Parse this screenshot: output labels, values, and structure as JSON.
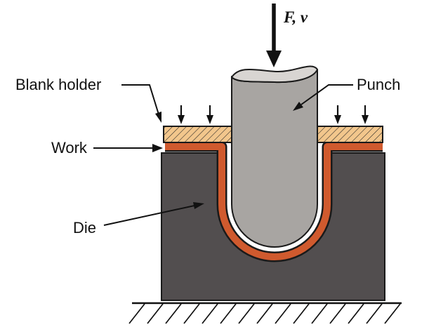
{
  "diagram": {
    "title": "Deep drawing (sheet metal forming) process diagram",
    "labels": {
      "force": "F, v",
      "blank_holder": "Blank holder",
      "punch": "Punch",
      "work": "Work",
      "die": "Die"
    },
    "colors": {
      "punch_body": "#a8a5a2",
      "punch_top": "#d8d5d2",
      "blank_holder": "#f2c68c",
      "work": "#d05a2e",
      "work_outline": "#1a1a1a",
      "die": "#524e4f",
      "line": "#111111",
      "background": "#ffffff"
    }
  }
}
